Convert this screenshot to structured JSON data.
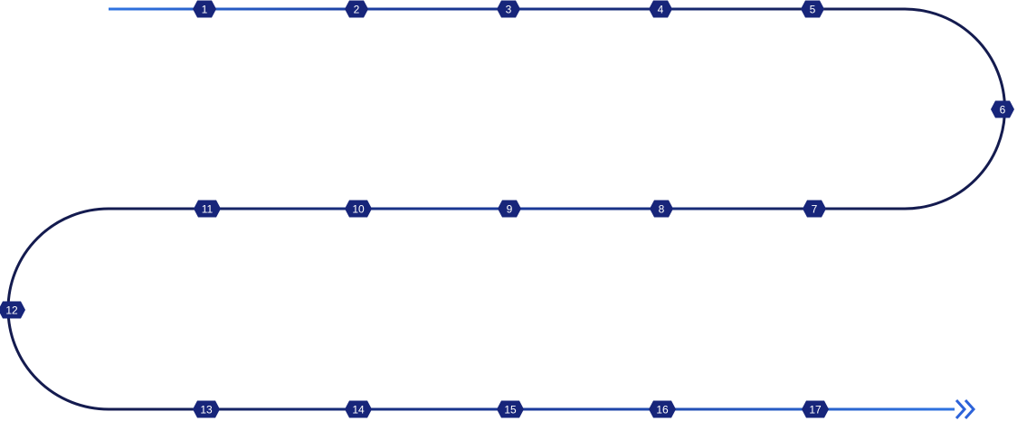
{
  "colors": {
    "track_dark": "#141b4f",
    "track_mid": "#1a3a9c",
    "track_light": "#2f74e2",
    "node_fill": "#17257a",
    "arrow": "#2d63d9"
  },
  "nodes": [
    {
      "label": "1"
    },
    {
      "label": "2"
    },
    {
      "label": "3"
    },
    {
      "label": "4"
    },
    {
      "label": "5"
    },
    {
      "label": "6"
    },
    {
      "label": "7"
    },
    {
      "label": "8"
    },
    {
      "label": "9"
    },
    {
      "label": "10"
    },
    {
      "label": "11"
    },
    {
      "label": "12"
    },
    {
      "label": "13"
    },
    {
      "label": "14"
    },
    {
      "label": "15"
    },
    {
      "label": "16"
    },
    {
      "label": "17"
    }
  ],
  "end_marker": {
    "icon": "double-chevron-right-icon"
  }
}
